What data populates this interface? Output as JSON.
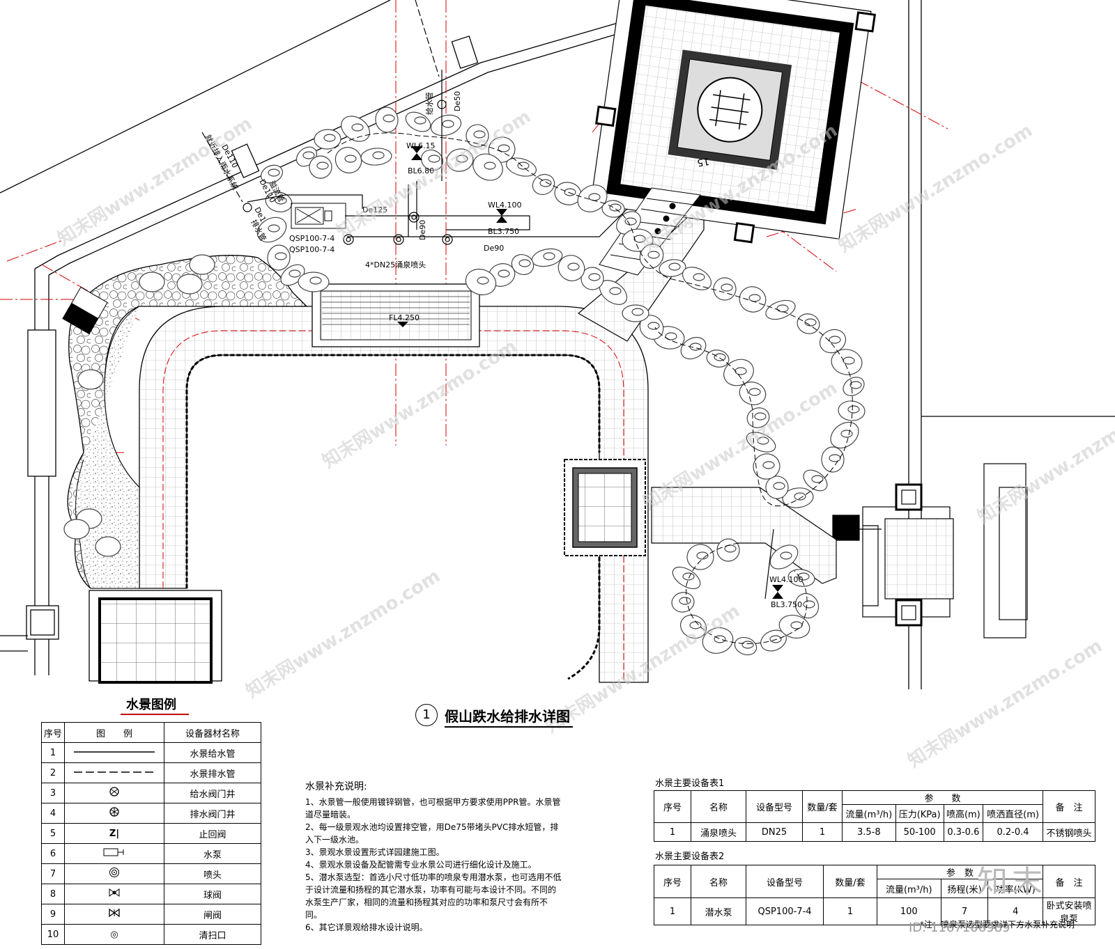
{
  "drawing": {
    "title_number": "1",
    "title": "假山跌水给排水详图",
    "labels": {
      "supply_pipe": "给水管",
      "de50": "De50",
      "drain_connect": "就近排入雨水系统",
      "de110_a": "De110",
      "de110_b": "De110",
      "overflow": "溢流管",
      "de1": "De1",
      "drain_pipe": "排水管",
      "wl1": "WL6.15",
      "bl1": "BL6.80",
      "de125": "De125",
      "de90_a": "De90",
      "de90_b": "De90",
      "qsp1": "QSP100-7-4",
      "qsp2": "QSP100-7-4",
      "fountain": "4*DN25涌泉喷头",
      "wl2": "WL4.100",
      "bl2": "BL3.750",
      "fl": "FL4.250",
      "wl3": "WL4.100",
      "bl3": "BL3.750",
      "pool_mark": "15"
    }
  },
  "watermark": {
    "text": "知末网www.znzmo.com",
    "logo": "知末",
    "id": "ID: 1167106989"
  },
  "legend": {
    "title": "水景图例",
    "headers": [
      "序号",
      "图　　例",
      "设备器材名称"
    ],
    "rows": [
      {
        "no": "1",
        "symbol": "solid-line",
        "name": "水景给水管"
      },
      {
        "no": "2",
        "symbol": "dashed-line",
        "name": "水景排水管"
      },
      {
        "no": "3",
        "symbol": "supply-valve-well",
        "name": "给水阀门井"
      },
      {
        "no": "4",
        "symbol": "drain-valve-well",
        "name": "排水阀门井"
      },
      {
        "no": "5",
        "symbol": "check-valve",
        "name": "止回阀"
      },
      {
        "no": "6",
        "symbol": "pump",
        "name": "水泵"
      },
      {
        "no": "7",
        "symbol": "nozzle",
        "name": "喷头"
      },
      {
        "no": "8",
        "symbol": "ball-valve",
        "name": "球阀"
      },
      {
        "no": "9",
        "symbol": "gate-valve",
        "name": "闸阀"
      },
      {
        "no": "10",
        "symbol": "cleanout",
        "name": "清扫口"
      }
    ],
    "glyphs": {
      "check-valve": "Z|",
      "cleanout": "◎"
    }
  },
  "notes": {
    "title": "水景补充说明:",
    "items": [
      "1、水景管一般使用镀锌钢管，也可根据甲方要求使用PPR管。水景管道尽量暗装。",
      "2、每一级景观水池均设置排空管，用De75带堵头PVC排水短管，排入下一级水池。",
      "3、景观水景设置形式详园建施工图。",
      "4、景观水景设备及配管需专业水景公司进行细化设计及施工。",
      "5、潜水泵选型：首选小尺寸低功率的喷泉专用潜水泵，也可选用不低于设计流量和扬程的其它潜水泵，功率有可能与本设计不同。不同的水泵生产厂家，相同的流量和扬程其对应的功率和泵尺寸会有所不同。",
      "6、其它详景观给排水设计说明。"
    ]
  },
  "equipment1": {
    "title": "水景主要设备表1",
    "h_no": "序号",
    "h_name": "名称",
    "h_model": "设备型号",
    "h_qty": "数量/套",
    "h_params": "参　　数",
    "h_remark": "备　注",
    "h_flow": "流量(m³/h)",
    "h_pressure": "压力(KPa)",
    "h_height": "喷高(m)",
    "h_diameter": "喷洒直径(m)",
    "row": {
      "no": "1",
      "name": "涌泉喷头",
      "model": "DN25",
      "qty": "1",
      "flow": "3.5-8",
      "pressure": "50-100",
      "height": "0.3-0.6",
      "diameter": "0.2-0.4",
      "remark": "不锈钢喷头"
    }
  },
  "equipment2": {
    "title": "水景主要设备表2",
    "h_no": "序号",
    "h_name": "名称",
    "h_model": "设备型号",
    "h_qty": "数量/套",
    "h_params": "参　数",
    "h_remark": "备　注",
    "h_flow": "流量(m³/h)",
    "h_head": "扬程(米)",
    "h_power": "功率(KW)",
    "row": {
      "no": "1",
      "name": "潜水泵",
      "model": "QSP100-7-4",
      "qty": "1",
      "flow": "100",
      "head": "7",
      "power": "4",
      "remark": "卧式安装喷泉泵"
    },
    "footnote": "*注：喷泉泵选型要求详下方水泵补充说明"
  },
  "colors": {
    "line": "#000000",
    "axis": "#d40000",
    "stone": "#555555",
    "gray": "#8a8a8a"
  }
}
